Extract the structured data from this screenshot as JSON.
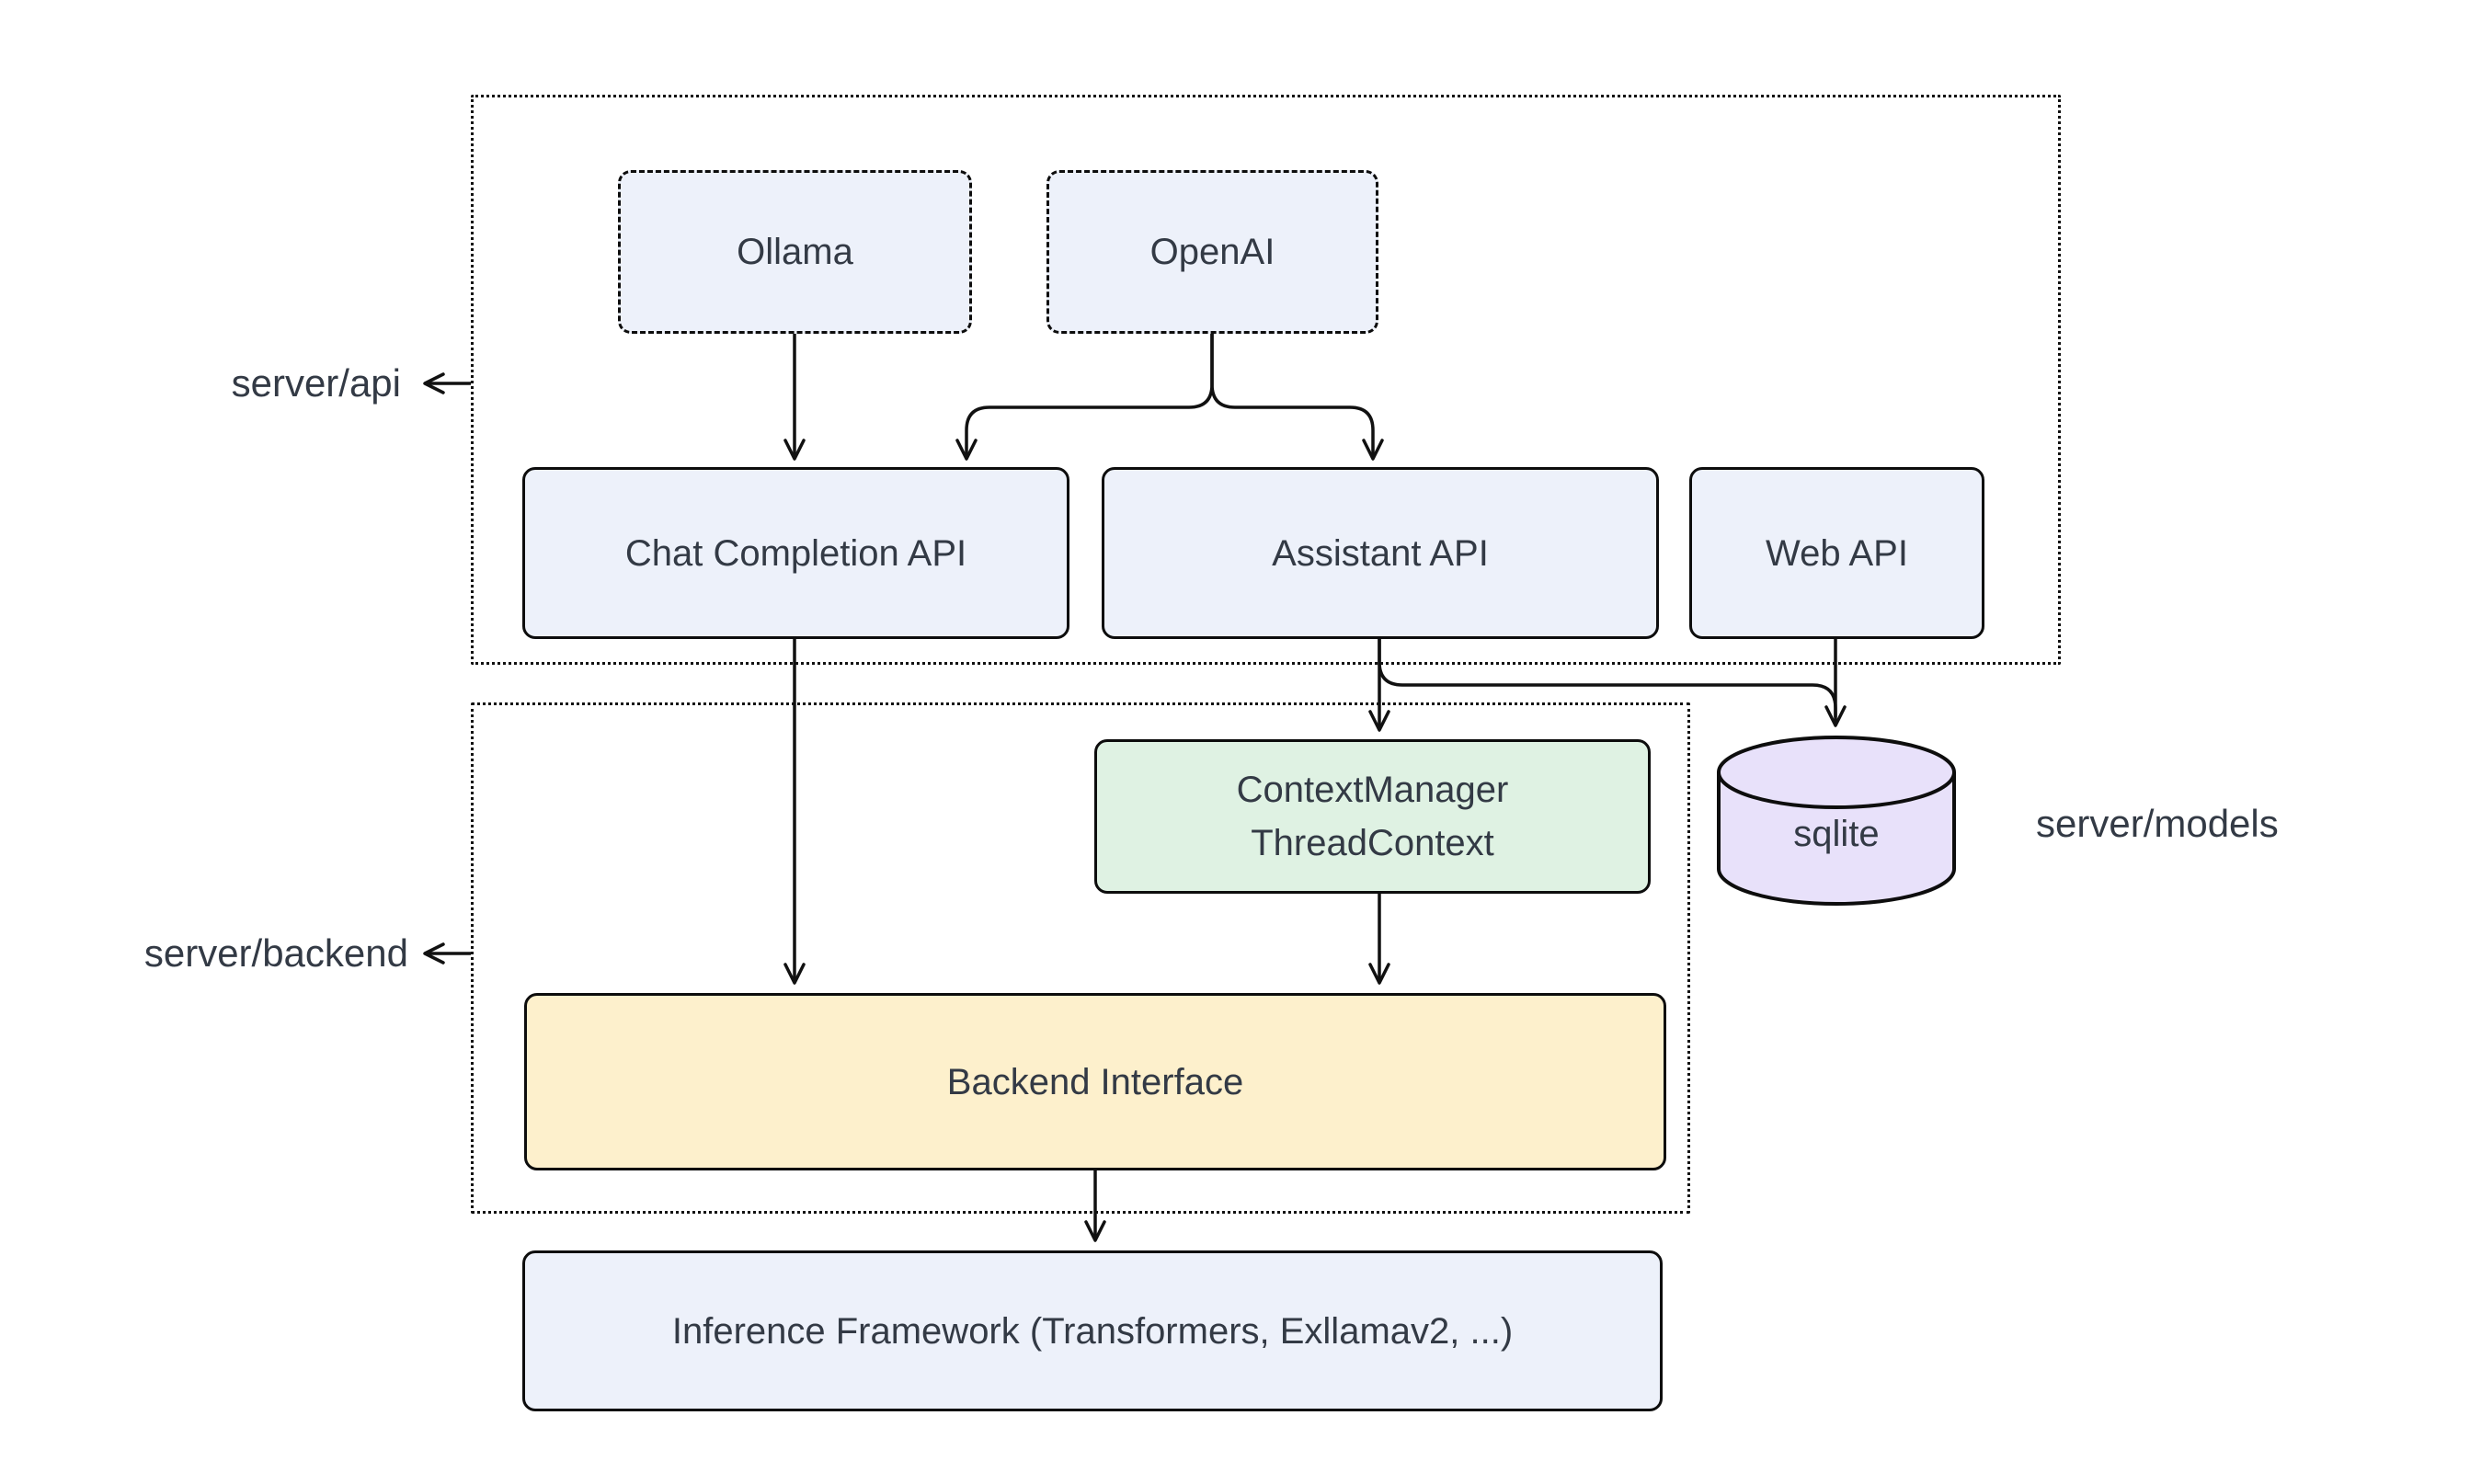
{
  "background": "#ffffff",
  "colors": {
    "line": "#111111",
    "text": "#333a45",
    "node_blue_fill": "#edf1fa",
    "node_green_fill": "#dff2e3",
    "node_yellow_fill": "#fdf0cc",
    "node_purple_fill": "#e8e1fa"
  },
  "groups": {
    "api": {
      "label": "server/api"
    },
    "backend": {
      "label": "server/backend"
    },
    "models": {
      "label": "server/models"
    }
  },
  "nodes": {
    "ollama": {
      "label": "Ollama"
    },
    "openai": {
      "label": "OpenAI"
    },
    "chat_completion": {
      "label": "Chat Completion API"
    },
    "assistant": {
      "label": "Assistant API"
    },
    "web": {
      "label": "Web API"
    },
    "context_manager": {
      "lines": [
        "ContextManager",
        "ThreadContext"
      ]
    },
    "backend_interface": {
      "label": "Backend Interface"
    },
    "inference": {
      "label": "Inference Framework (Transformers, Exllamav2, ...)"
    },
    "sqlite": {
      "label": "sqlite"
    }
  },
  "edges": [
    {
      "from": "Ollama",
      "to": "Chat Completion API"
    },
    {
      "from": "OpenAI",
      "to": "Chat Completion API"
    },
    {
      "from": "OpenAI",
      "to": "Assistant API"
    },
    {
      "from": "Chat Completion API",
      "to": "Backend Interface"
    },
    {
      "from": "Assistant API",
      "to": "ContextManager ThreadContext"
    },
    {
      "from": "Assistant API",
      "to": "sqlite"
    },
    {
      "from": "Web API",
      "to": "sqlite"
    },
    {
      "from": "ContextManager ThreadContext",
      "to": "Backend Interface"
    },
    {
      "from": "Backend Interface",
      "to": "Inference Framework (Transformers, Exllamav2, ...)"
    }
  ]
}
